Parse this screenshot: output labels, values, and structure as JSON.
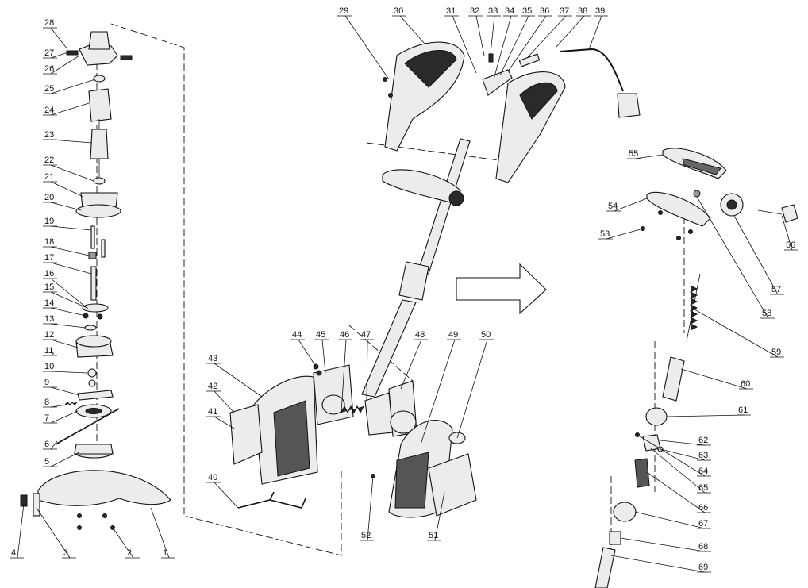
{
  "diagram": {
    "part_numbers": [
      "1",
      "2",
      "3",
      "4",
      "5",
      "6",
      "7",
      "8",
      "9",
      "10",
      "11",
      "12",
      "13",
      "14",
      "15",
      "16",
      "17",
      "18",
      "19",
      "20",
      "21",
      "22",
      "23",
      "24",
      "25",
      "26",
      "27",
      "28",
      "29",
      "30",
      "31",
      "32",
      "33",
      "34",
      "35",
      "36",
      "37",
      "38",
      "39",
      "40",
      "41",
      "42",
      "43",
      "44",
      "45",
      "46",
      "47",
      "48",
      "49",
      "50",
      "51",
      "52",
      "53",
      "54",
      "55",
      "56",
      "57",
      "58",
      "59",
      "60",
      "61",
      "62",
      "63",
      "64",
      "65",
      "66",
      "67",
      "68",
      "69"
    ]
  }
}
